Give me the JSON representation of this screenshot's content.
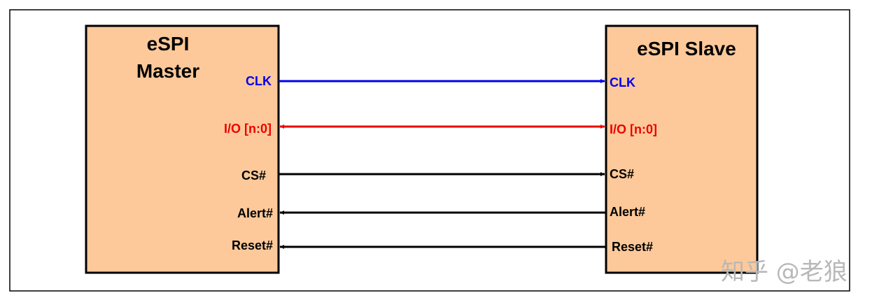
{
  "master": {
    "title_line1": "eSPI",
    "title_line2": "Master"
  },
  "slave": {
    "title": "eSPI Slave"
  },
  "signals": [
    {
      "id": "clk",
      "master_label": "CLK",
      "slave_label": "CLK",
      "color": "#0000ee",
      "direction": "master-to-slave"
    },
    {
      "id": "io",
      "master_label": "I/O [n:0]",
      "slave_label": "I/O [n:0]",
      "color": "#ee0000",
      "direction": "bidirectional"
    },
    {
      "id": "cs",
      "master_label": "CS#",
      "slave_label": "CS#",
      "color": "#000000",
      "direction": "master-to-slave"
    },
    {
      "id": "alert",
      "master_label": "Alert#",
      "slave_label": "Alert#",
      "color": "#000000",
      "direction": "slave-to-master"
    },
    {
      "id": "reset",
      "master_label": "Reset#",
      "slave_label": "Reset#",
      "color": "#000000",
      "direction": "slave-to-master"
    }
  ],
  "watermark": "知乎 @老狼"
}
